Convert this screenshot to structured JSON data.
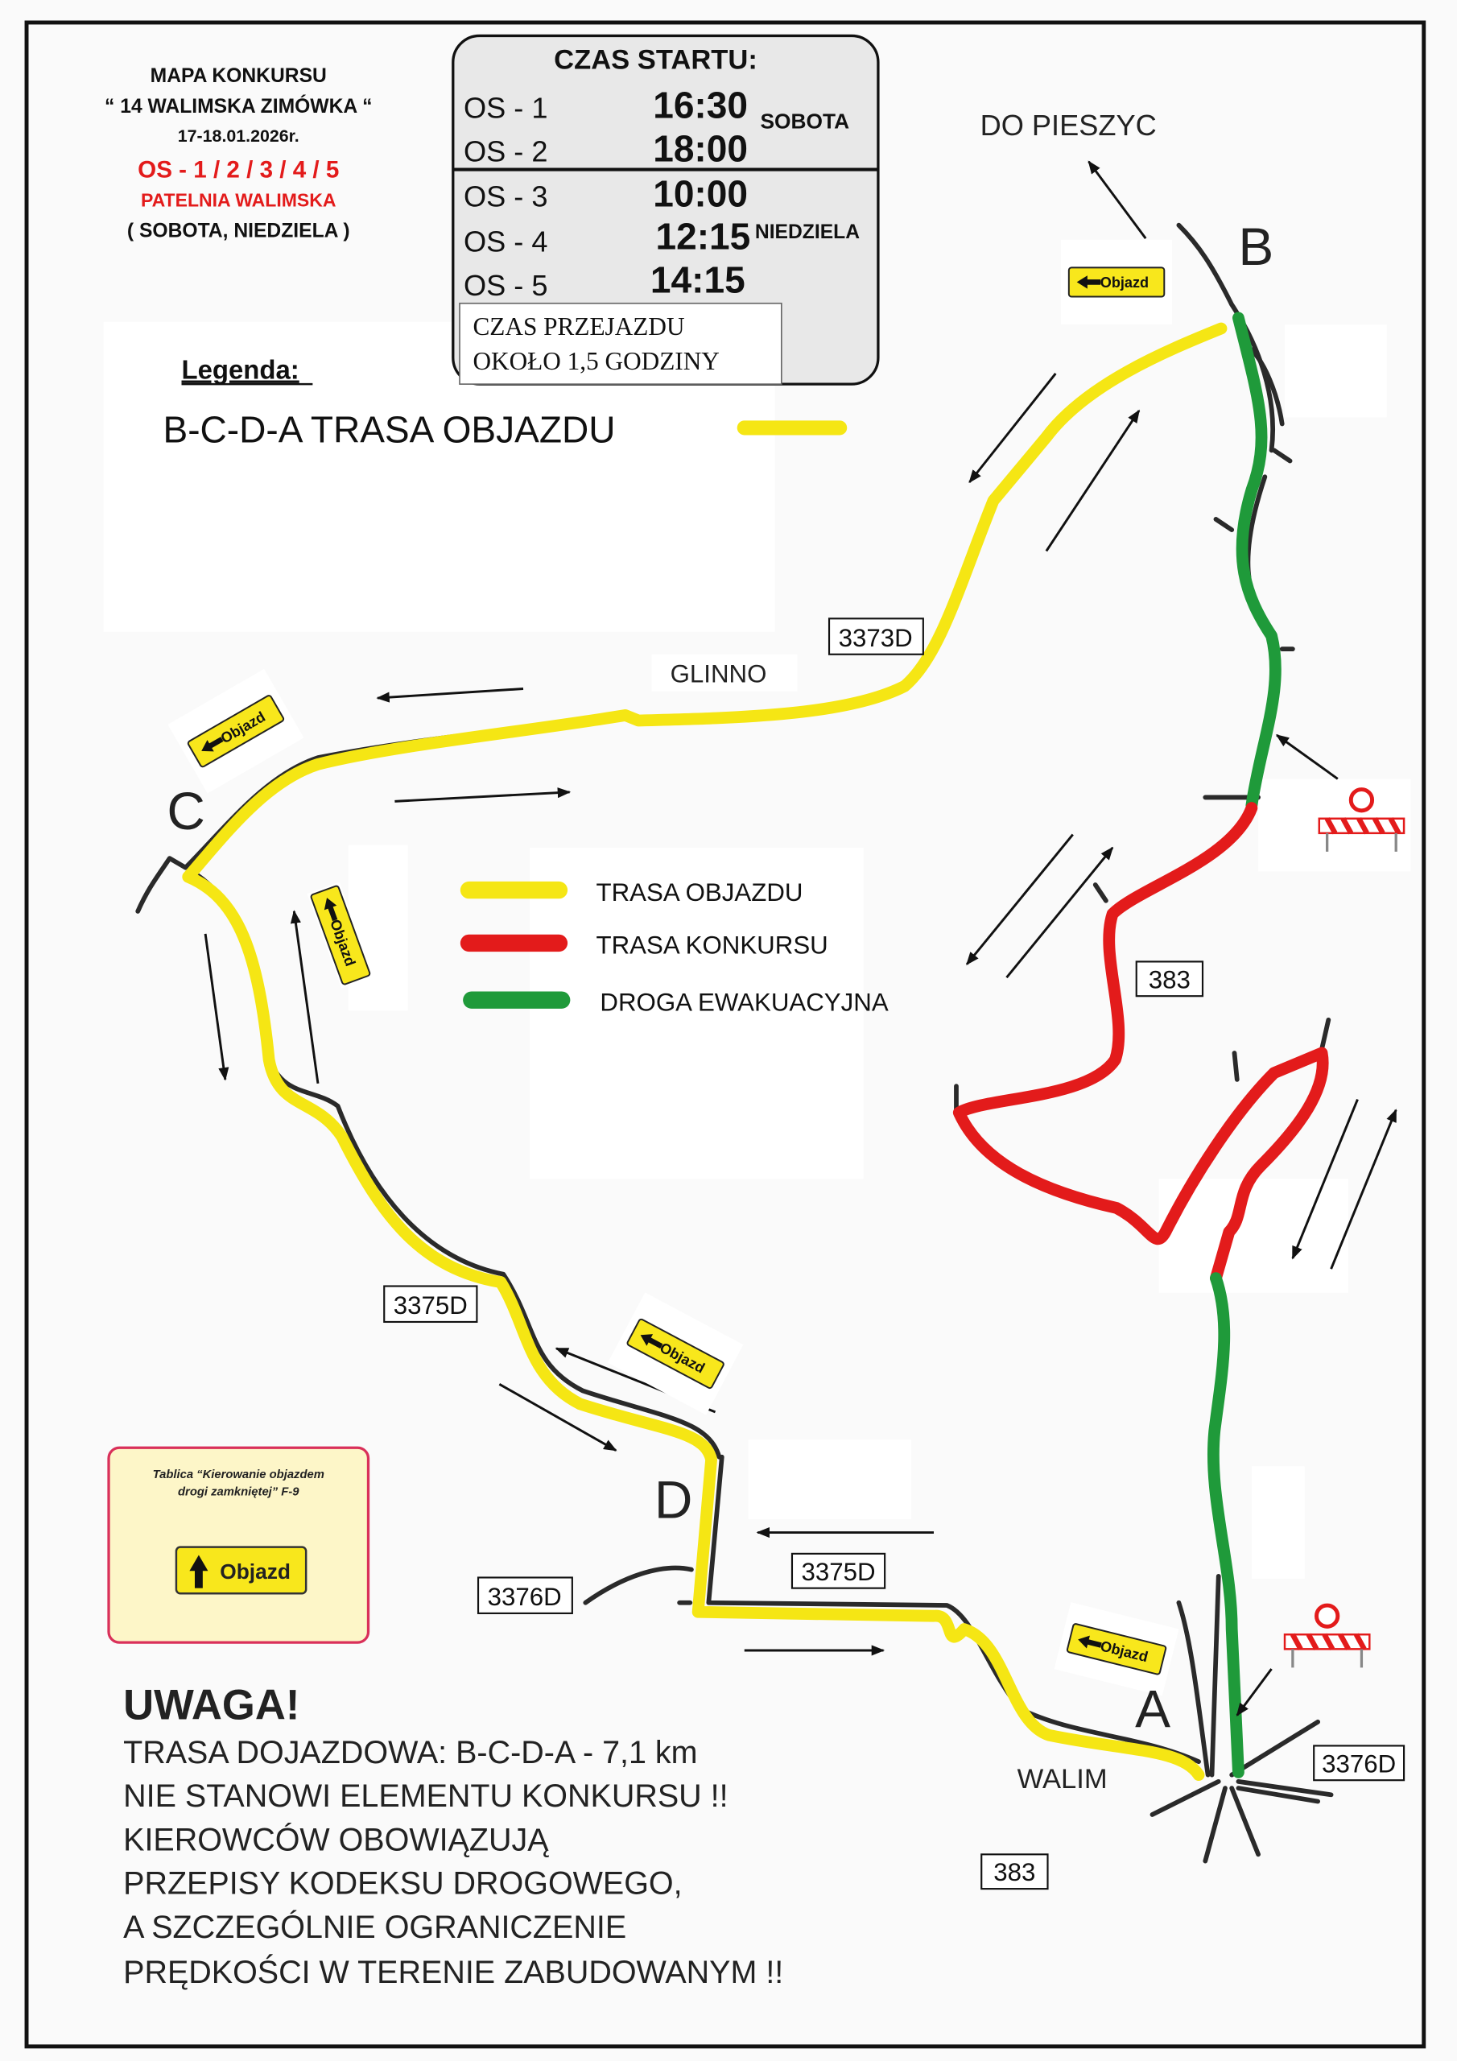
{
  "header": {
    "title": "MAPA KONKURSU",
    "event": "“ 14  WALIMSKA ZIMÓWKA “",
    "dates": "17-18.01.2026r.",
    "stages": "OS -  1 / 2 / 3 / 4 / 5",
    "venue": "PATELNIA WALIMSKA",
    "days": "( SOBOTA, NIEDZIELA )"
  },
  "schedule": {
    "heading": "CZAS STARTU:",
    "rows": [
      {
        "stage": "OS - 1",
        "time": "16:30"
      },
      {
        "stage": "OS - 2",
        "time": "18:00"
      },
      {
        "stage": "OS - 3",
        "time": "10:00"
      },
      {
        "stage": "OS - 4",
        "time": "12:15"
      },
      {
        "stage": "OS - 5",
        "time": "14:15"
      }
    ],
    "day_saturday": "SOBOTA",
    "day_sunday": "NIEDZIELA",
    "travel_line1": "CZAS PRZEJAZDU",
    "travel_line2": "OKOŁO 1,5 GODZINY"
  },
  "legend": {
    "title": "Legenda:",
    "detour_route": "B-C-D-A TRASA OBJAZDU",
    "items": [
      {
        "label": "TRASA OBJAZDU",
        "color": "#f5e614"
      },
      {
        "label": "TRASA KONKURSU",
        "color": "#e31b1b"
      },
      {
        "label": "DROGA EWAKUACYJNA",
        "color": "#1f9a3a"
      }
    ]
  },
  "map": {
    "direction": "DO  PIESZYC",
    "points": {
      "a": "A",
      "b": "B",
      "c": "C",
      "d": "D"
    },
    "places": {
      "glinno": "GLINNO",
      "walim": "WALIM"
    },
    "roads": [
      "3373D",
      "383",
      "3375D",
      "3375D",
      "3376D",
      "3376D",
      "383"
    ],
    "sign_text": "Objazd",
    "colors": {
      "detour": "#f5e614",
      "competition": "#e31b1b",
      "evacuation": "#1f9a3a"
    }
  },
  "sign_info": {
    "caption_line1": "Tablica “Kierowanie objazdem",
    "caption_line2": "drogi zamkniętej” F-9",
    "sign_label": "Objazd"
  },
  "notice": {
    "heading": "UWAGA!",
    "lines": [
      "TRASA DOJAZDOWA: B-C-D-A - 7,1 km",
      "NIE STANOWI ELEMENTU KONKURSU !!",
      "KIEROWCÓW OBOWIĄZUJĄ",
      "PRZEPISY KODEKSU DROGOWEGO,",
      "A SZCZEGÓLNIE OGRANICZENIE",
      "PRĘDKOŚCI W TERENIE ZABUDOWANYM !!"
    ]
  }
}
